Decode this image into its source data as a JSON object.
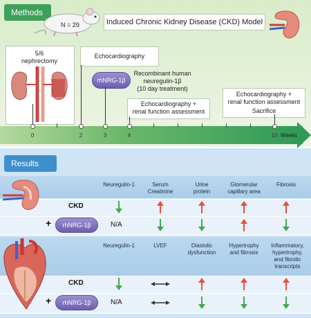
{
  "methods": {
    "tab_label": "Methods",
    "mouse_count": "N = 29",
    "model_title": "Induced Chronic Kidney Disease (CKD) Model",
    "nephrectomy": "5/6\nnephrectomy",
    "echo_week2": "Echocardiography",
    "drug_pill": "rhNRG-1β",
    "drug_desc": "Recombinant human\nneuregulin-1β\n(10 day treatment)",
    "echo_week4": "Echocardiography +\nrenal function assessment",
    "echo_week10": "Echocardiography +\nrenal function assessment",
    "sacrifice": "Sacrifice",
    "timeline": {
      "unit": "Weeks",
      "labels": [
        "0",
        "2",
        "3",
        "4",
        "10"
      ]
    }
  },
  "results": {
    "tab_label": "Results",
    "kidney_panel": {
      "columns": [
        "Neuregulin-1",
        "Serum\nCreatinine",
        "Urine\nprotein",
        "Glomerular\ncapillary area",
        "Fibrosis"
      ],
      "ckd_label": "CKD",
      "plus": "+",
      "treat_pill": "rhNRG-1β",
      "ckd": [
        "down",
        "up",
        "up",
        "up",
        "up"
      ],
      "treated_first": "N/A",
      "treated": [
        "na",
        "down",
        "down",
        "up",
        "down"
      ]
    },
    "heart_panel": {
      "columns": [
        "Neuregulin-1",
        "LVEF",
        "Diastolic\ndysfunction",
        "Hypertrophy\nand fibrosis",
        "Inflammatory,\nhypertrophy,\nand fibrotic\ntranscripts"
      ],
      "ckd_label": "CKD",
      "plus": "+",
      "treat_pill": "rhNRG-1β",
      "ckd": [
        "down",
        "flat",
        "up",
        "up",
        "up"
      ],
      "treated_first": "N/A",
      "treated": [
        "na",
        "flat",
        "down",
        "down",
        "down"
      ]
    }
  },
  "colors": {
    "up": "#e8503a",
    "down": "#43a84d",
    "flat": "#333333",
    "methods_tab": "#3fa05a",
    "results_tab": "#3e8fcc"
  }
}
